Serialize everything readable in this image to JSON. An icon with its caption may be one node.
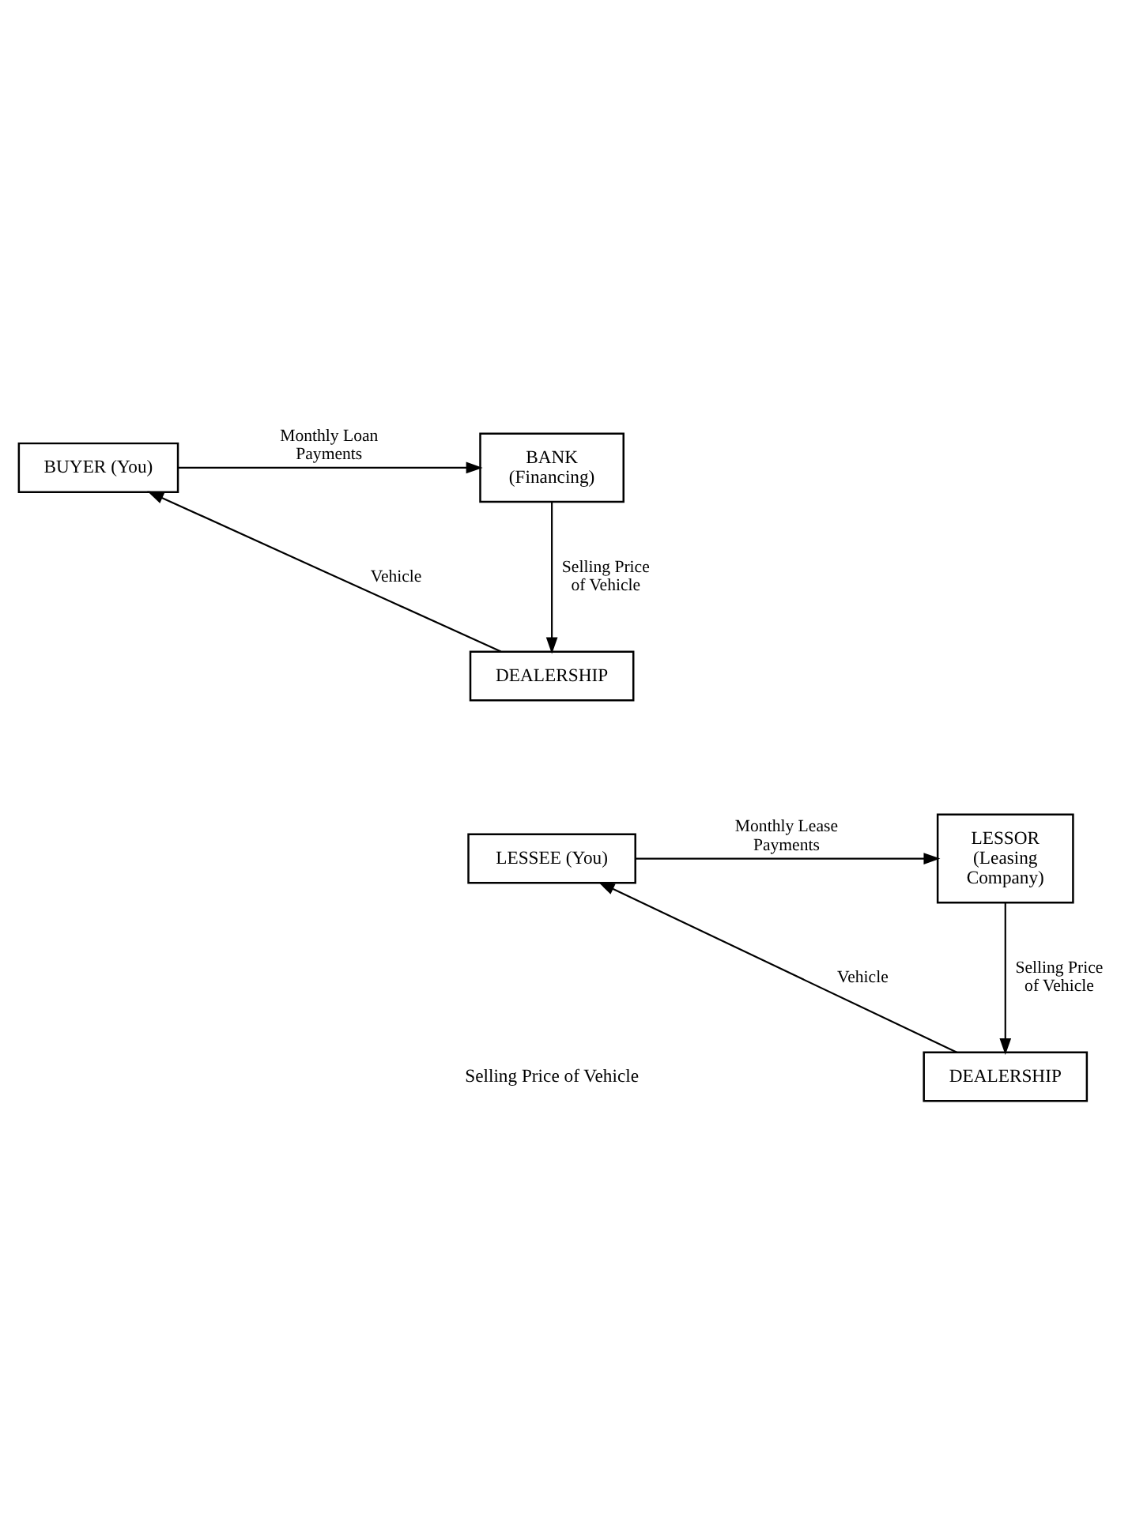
{
  "diagram": {
    "nodes": [
      {
        "text": [
          "BUYER (You)"
        ]
      },
      {
        "text": [
          "BANK (Financing)"
        ]
      },
      {
        "text": [
          "DEALERSHIP"
        ]
      },
      {
        "text": [
          "LESSEE (You)"
        ]
      },
      {
        "text": [
          "LESSOR (Leasing Company)"
        ]
      },
      {
        "text": [
          "DEALERSHIP"
        ]
      }
    ],
    "edges": [
      {
        "from": 0,
        "to": 1,
        "arrow": "to",
        "label": "Monthly Loan Payments"
      },
      {
        "from": 1,
        "to": 2,
        "arrow": "to",
        "label": "Selling Price of Vehicle"
      },
      {
        "from": 2,
        "to": 0,
        "arrow": "to",
        "label": "Vehicle"
      },
      {
        "from": 3,
        "to": 4,
        "arrow": "to",
        "label": "Monthly Lease Payments"
      },
      {
        "from": 4,
        "to": 5,
        "arrow": "to",
        "label": "Selling Price of Vehicle"
      },
      {
        "from": 5,
        "to": 3,
        "arrow": "to",
        "label": "Vehicle"
      }
    ],
    "labels": [
      "Selling Price of Vehicle"
    ]
  }
}
